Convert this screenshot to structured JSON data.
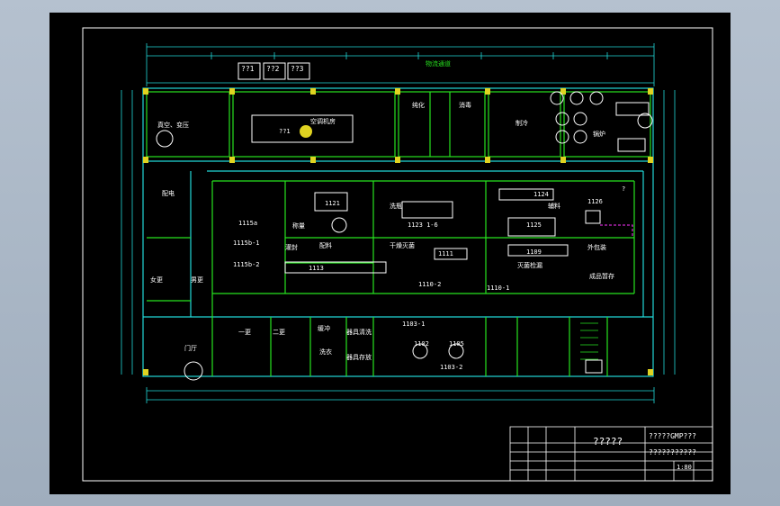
{
  "drawing": {
    "title_block": {
      "drawing_name": "?????",
      "header_top": "?????GMP???",
      "header_sub": "???????????",
      "scale": "1:80"
    },
    "top_labels": {
      "items": [
        "??1",
        "??2",
        "??3"
      ],
      "stair_label": "物流通道"
    },
    "rooms": [
      {
        "id": "r1",
        "label": "真空、变压"
      },
      {
        "id": "r2",
        "label": "??1"
      },
      {
        "id": "r3",
        "label": "空调机房"
      },
      {
        "id": "r4",
        "label": "纯化"
      },
      {
        "id": "r5",
        "label": "消毒"
      },
      {
        "id": "r6",
        "label": "制冷"
      },
      {
        "id": "r7",
        "label": "锅炉"
      },
      {
        "id": "r8",
        "label": "配电"
      },
      {
        "id": "r9",
        "label": "1121"
      },
      {
        "id": "r10",
        "label": "1123 1-6"
      },
      {
        "id": "r11",
        "label": "1124"
      },
      {
        "id": "r12",
        "label": "1125"
      },
      {
        "id": "r13",
        "label": "1126"
      },
      {
        "id": "r14",
        "label": "1115a"
      },
      {
        "id": "r15",
        "label": "1115b-1"
      },
      {
        "id": "r16",
        "label": "1115b-2"
      },
      {
        "id": "r17",
        "label": "1113"
      },
      {
        "id": "r18",
        "label": "1111"
      },
      {
        "id": "r19",
        "label": "1109"
      },
      {
        "id": "r20",
        "label": "1110-2"
      },
      {
        "id": "r21",
        "label": "1110-1"
      },
      {
        "id": "r22",
        "label": "1103-1"
      },
      {
        "id": "r23",
        "label": "1102"
      },
      {
        "id": "r24",
        "label": "1105"
      },
      {
        "id": "r25",
        "label": "1103-2"
      },
      {
        "id": "r26",
        "label": "门厅"
      },
      {
        "id": "r27",
        "label": "女更"
      },
      {
        "id": "r28",
        "label": "男更"
      },
      {
        "id": "r29",
        "label": "一更"
      },
      {
        "id": "r30",
        "label": "二更"
      },
      {
        "id": "r31",
        "label": "缓冲"
      },
      {
        "id": "r32",
        "label": "洗衣"
      },
      {
        "id": "r33",
        "label": "器具清洗"
      },
      {
        "id": "r34",
        "label": "器具存放"
      },
      {
        "id": "r35",
        "label": "称量"
      },
      {
        "id": "r36",
        "label": "配料"
      },
      {
        "id": "r37",
        "label": "灌封"
      },
      {
        "id": "r38",
        "label": "灭菌检漏"
      },
      {
        "id": "r39",
        "label": "外包装"
      },
      {
        "id": "r40",
        "label": "成品暂存"
      },
      {
        "id": "r41",
        "label": "洗瓶"
      },
      {
        "id": "r42",
        "label": "干燥灭菌"
      },
      {
        "id": "r43",
        "label": "辅料"
      },
      {
        "id": "r44",
        "label": "?"
      }
    ]
  }
}
